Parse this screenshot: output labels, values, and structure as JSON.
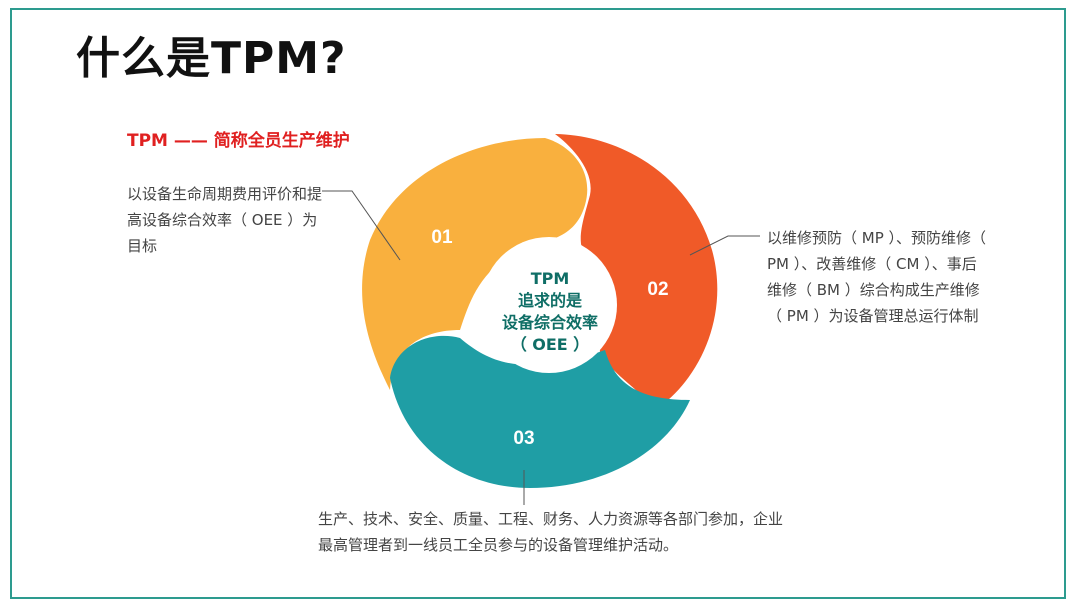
{
  "title": "什么是TPM?",
  "subtitle": "TPM  —— 简称全员生产维护",
  "center": {
    "line1": "TPM",
    "line2": "追求的是",
    "line3": "设备综合效率",
    "line4": "（ OEE ）"
  },
  "segments": [
    {
      "number": "01",
      "color": "#f9b03e",
      "description": "以设备生命周期费用评价和提高设备综合效率（ OEE ）为目标"
    },
    {
      "number": "02",
      "color": "#f05a28",
      "description": "以维修预防（ MP ）、预防维修（ PM ）、改善维修（ CM ）、事后维修（ BM ）综合构成生产维修（ PM ）为设备管理总运行体制"
    },
    {
      "number": "03",
      "color": "#1f9ea5",
      "description": "生产、技术、安全、质量、工程、财务、人力资源等各部门参加，企业最高管理者到一线员工全员参与的设备管理维护活动。"
    }
  ],
  "colors": {
    "frame": "#2d9b8f",
    "accent_red": "#e02020",
    "center_text": "#0f6e66"
  }
}
